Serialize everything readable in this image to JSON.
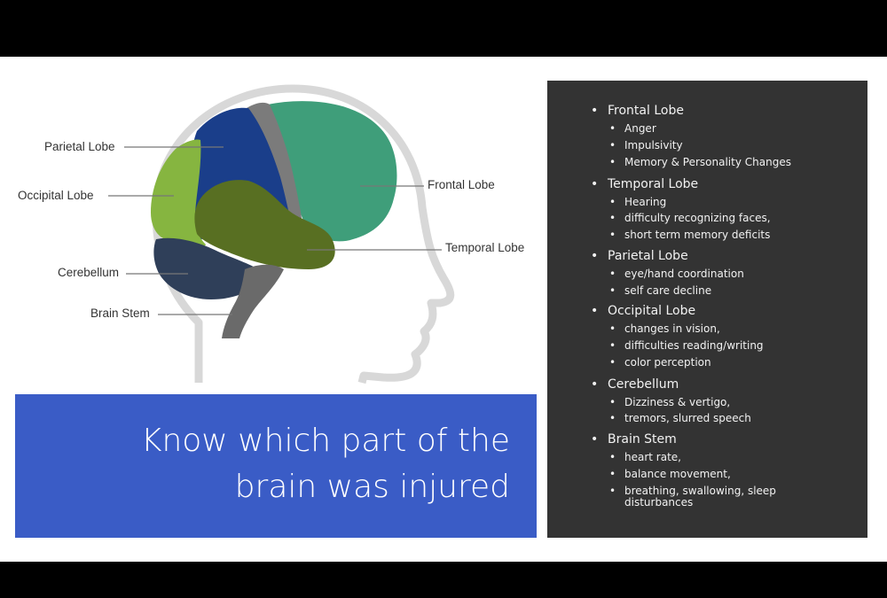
{
  "diagram": {
    "labels": {
      "parietal": "Parietal Lobe",
      "occipital": "Occipital Lobe",
      "cerebellum": "Cerebellum",
      "brain_stem": "Brain Stem",
      "frontal": "Frontal Lobe",
      "temporal": "Temporal Lobe"
    },
    "colors": {
      "frontal": "#3f9e7a",
      "parietal": "#1a3e8a",
      "occipital": "#86b540",
      "temporal": "#586f22",
      "cerebellum": "#2f3f59",
      "brain_stem": "#6a6a6a",
      "motor_strip": "#7b7b7b",
      "head_outline": "#d8d8d8"
    }
  },
  "title": {
    "line1": "Know which part of the",
    "line2": "brain was injured"
  },
  "panel": {
    "sections": [
      {
        "name": "Frontal Lobe",
        "items": [
          "Anger",
          "Impulsivity",
          "Memory & Personality Changes"
        ]
      },
      {
        "name": "Temporal Lobe",
        "items": [
          "Hearing",
          "difficulty recognizing faces,",
          "short term memory deficits"
        ]
      },
      {
        "name": "Parietal Lobe",
        "items": [
          "eye/hand coordination",
          "self care decline"
        ]
      },
      {
        "name": "Occipital Lobe",
        "items": [
          "changes in vision,",
          "difficulties reading/writing",
          "color perception"
        ]
      },
      {
        "name": "Cerebellum",
        "items": [
          "Dizziness & vertigo,",
          "tremors, slurred speech"
        ]
      },
      {
        "name": "Brain Stem",
        "items": [
          "heart rate,",
          "balance movement,",
          "breathing, swallowing, sleep",
          "disturbances"
        ]
      }
    ]
  }
}
